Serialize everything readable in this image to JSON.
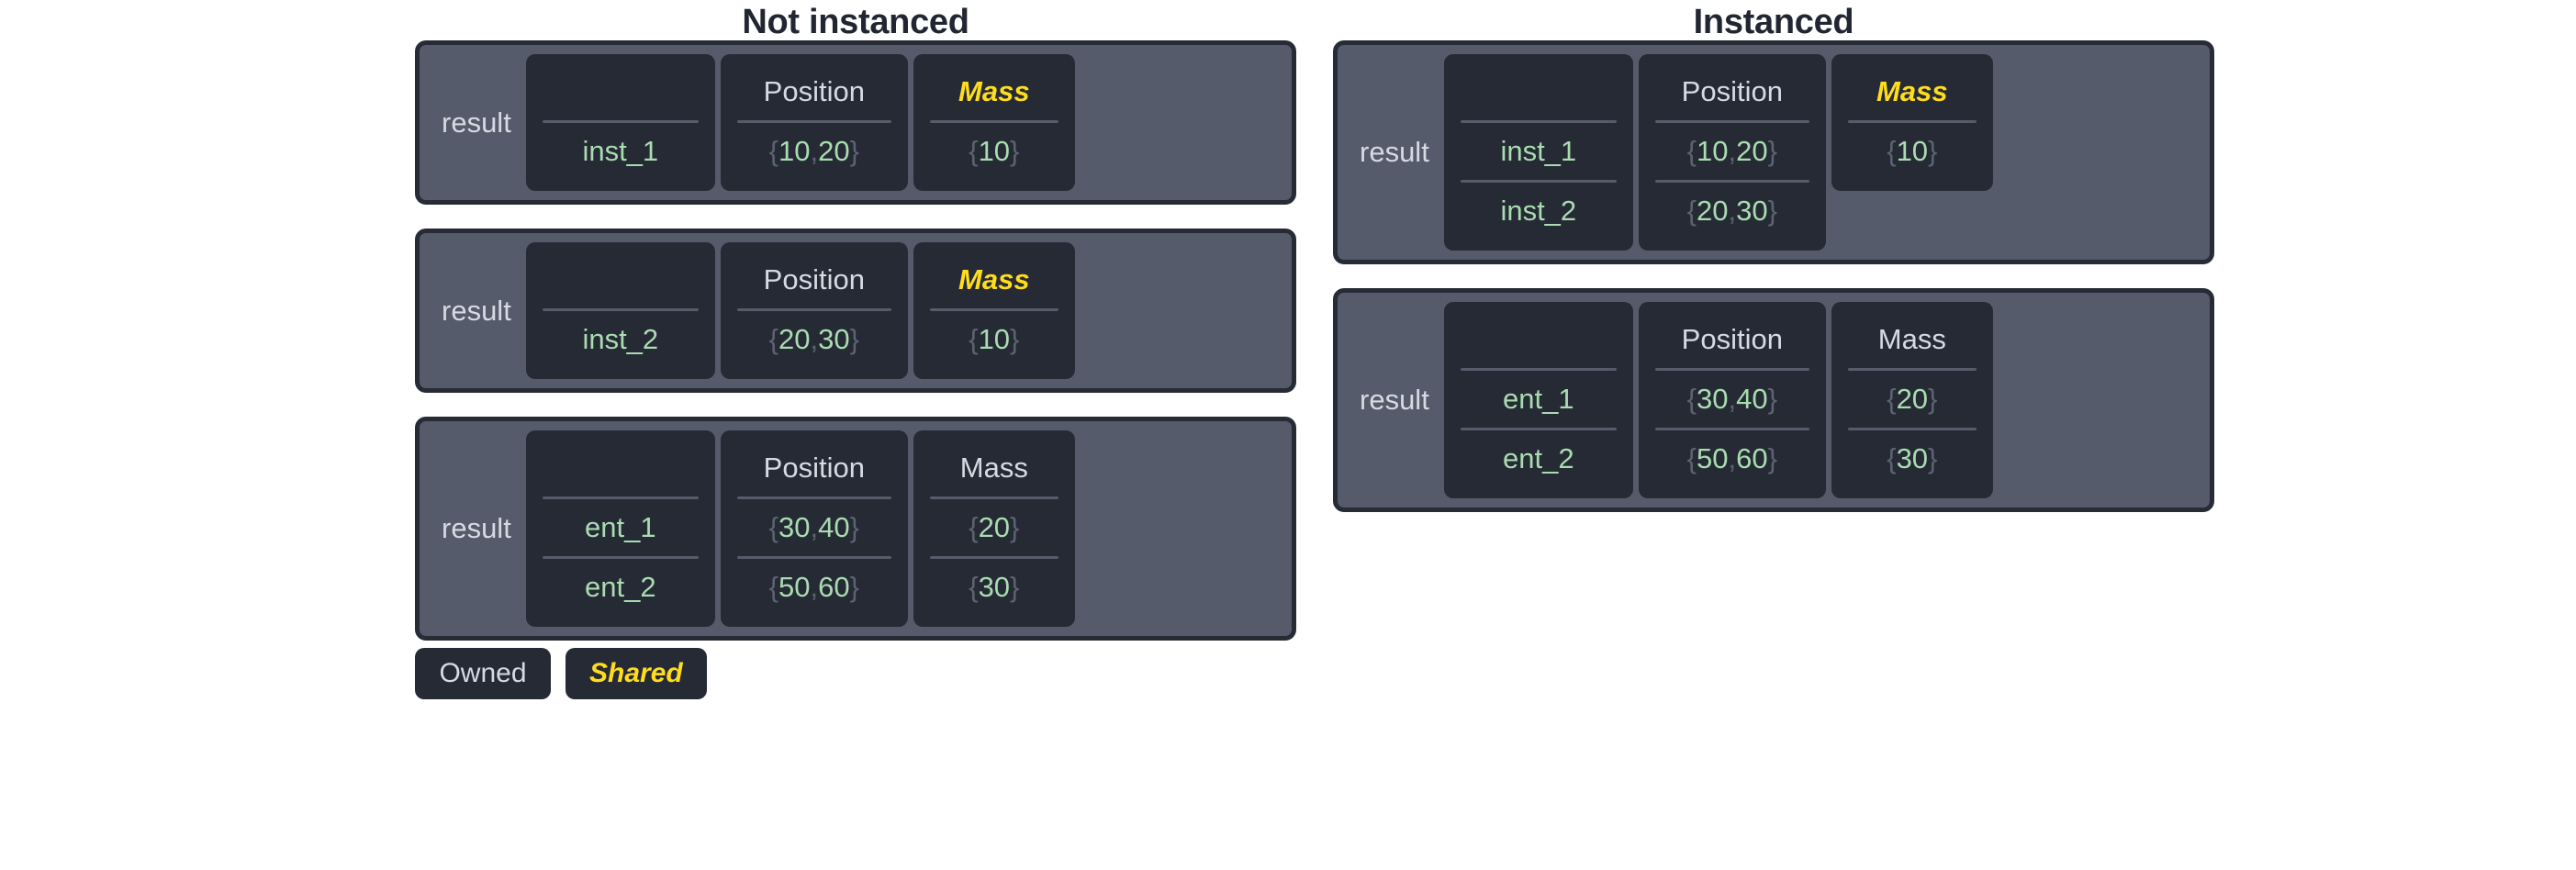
{
  "page": {
    "background": "#ffffff",
    "owned_color": "#d6dae3",
    "shared_color": "#ffdd1e",
    "value_color": "#a9dcb0",
    "brace_color": "#5c6370",
    "panel_color": "#555b6b",
    "cell_color": "#262a35",
    "border_color": "#272b36"
  },
  "columns": {
    "left_title": "Not instanced",
    "right_title": "Instanced"
  },
  "labels": {
    "result": "result",
    "position": "Position",
    "mass": "Mass",
    "empty": ""
  },
  "not_instanced": {
    "tables": [
      {
        "label": "result",
        "headers": [
          "",
          "Position",
          "Mass"
        ],
        "shared": [
          false,
          false,
          true
        ],
        "rows": [
          {
            "name": "inst_1",
            "position": "{10, 20}",
            "mass": "{10}"
          }
        ]
      },
      {
        "label": "result",
        "headers": [
          "",
          "Position",
          "Mass"
        ],
        "shared": [
          false,
          false,
          true
        ],
        "rows": [
          {
            "name": "inst_2",
            "position": "{20, 30}",
            "mass": "{10}"
          }
        ]
      },
      {
        "label": "result",
        "headers": [
          "",
          "Position",
          "Mass"
        ],
        "shared": [
          false,
          false,
          false
        ],
        "rows": [
          {
            "name": "ent_1",
            "position": "{30, 40}",
            "mass": "{20}"
          },
          {
            "name": "ent_2",
            "position": "{50, 60}",
            "mass": "{30}"
          }
        ]
      }
    ]
  },
  "instanced": {
    "tables": [
      {
        "label": "result",
        "headers": [
          "",
          "Position",
          "Mass"
        ],
        "shared": [
          false,
          false,
          true
        ],
        "rows": [
          {
            "name": "inst_1",
            "position": "{10, 20}",
            "mass": "{10}"
          },
          {
            "name": "inst_2",
            "position": "{20, 30}",
            "mass": null
          }
        ]
      },
      {
        "label": "result",
        "headers": [
          "",
          "Position",
          "Mass"
        ],
        "shared": [
          false,
          false,
          false
        ],
        "rows": [
          {
            "name": "ent_1",
            "position": "{30, 40}",
            "mass": "{20}"
          },
          {
            "name": "ent_2",
            "position": "{50, 60}",
            "mass": "{30}"
          }
        ]
      }
    ]
  },
  "legend": {
    "items": [
      {
        "label": "Owned",
        "shared": false
      },
      {
        "label": "Shared",
        "shared": true
      }
    ]
  }
}
